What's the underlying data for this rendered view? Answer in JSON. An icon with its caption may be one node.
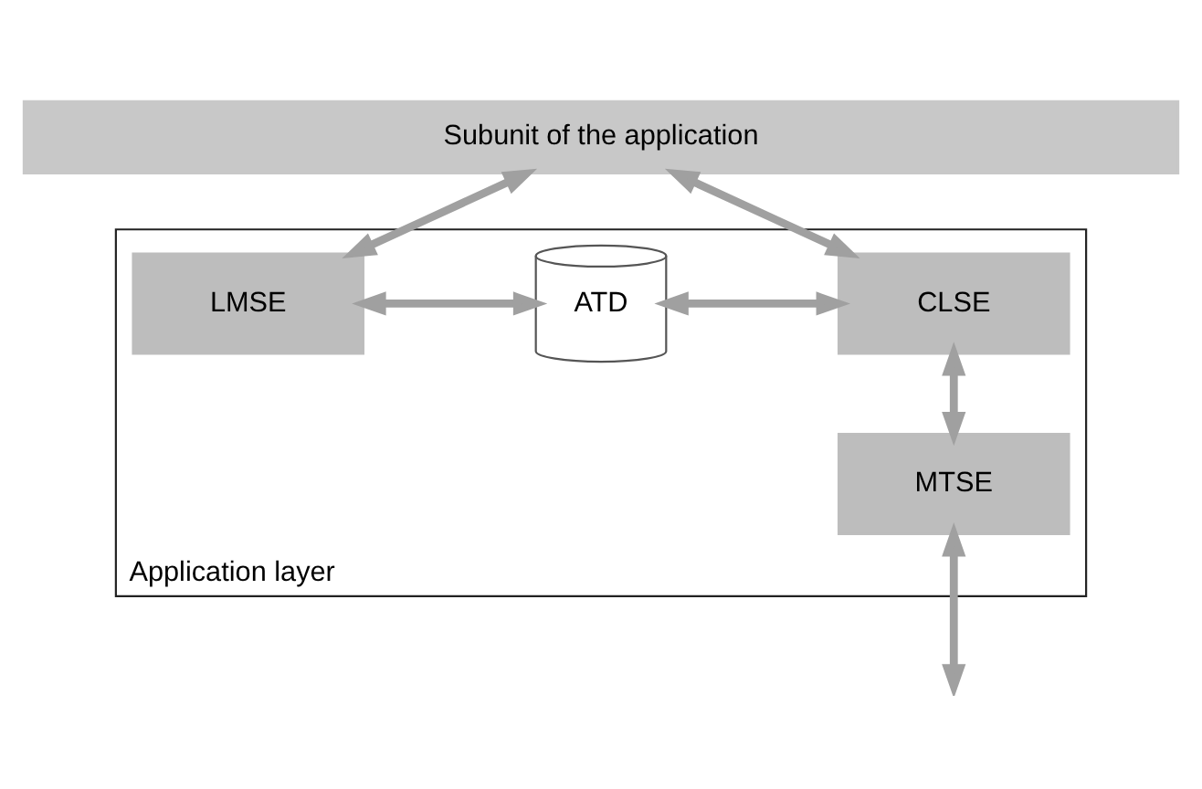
{
  "diagram": {
    "nodes": [
      {
        "text": [
          "Subunit of the application"
        ]
      },
      {
        "text": [
          "Application layer"
        ]
      },
      {
        "text": [
          "LMSE"
        ],
        "in": 1
      },
      {
        "text": [
          "ATD"
        ],
        "in": 1
      },
      {
        "text": [
          "CLSE"
        ],
        "in": 1
      },
      {
        "text": [
          "MTSE"
        ],
        "in": 1
      }
    ],
    "edges": [
      {
        "from": 0,
        "to": 2,
        "arrow": "both"
      },
      {
        "from": 2,
        "to": 3,
        "arrow": "both"
      },
      {
        "from": 3,
        "to": 4,
        "arrow": "both"
      },
      {
        "from": 0,
        "to": 4,
        "arrow": "both"
      },
      {
        "from": 4,
        "to": 5,
        "arrow": "both"
      },
      {
        "from": 5,
        "to": null,
        "arrow": "both"
      }
    ]
  }
}
